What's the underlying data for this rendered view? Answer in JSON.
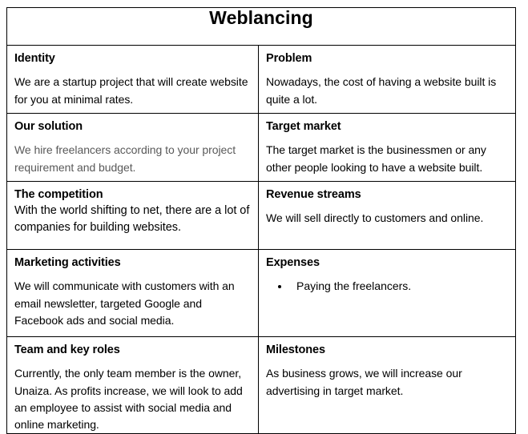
{
  "document": {
    "title": "Weblancing",
    "type": "lean-canvas-table",
    "accent_color": "#000000",
    "background_color": "#ffffff",
    "muted_text_color": "#595959"
  },
  "rows": [
    {
      "left": {
        "heading": "Identity",
        "body": "We are a startup project that will create website for you at minimal rates.",
        "style": "normal"
      },
      "right": {
        "heading": "Problem",
        "body": "Nowadays, the cost of having a website built is quite a lot.",
        "style": "normal"
      }
    },
    {
      "left": {
        "heading": "Our solution",
        "body": "We hire freelancers according to your project requirement and budget.",
        "style": "muted"
      },
      "right": {
        "heading": "Target market",
        "body": "The target market is the businessmen or any other people looking to have a website built.",
        "style": "normal"
      }
    },
    {
      "left": {
        "heading": "The competition",
        "body": "With the world shifting to net, there are a lot of companies for building websites.",
        "style": "tight"
      },
      "right": {
        "heading": "Revenue streams",
        "body": "We will sell directly to customers and online.",
        "style": "normal"
      }
    },
    {
      "left": {
        "heading": "Marketing activities",
        "body": "We will communicate with customers with an email newsletter, targeted Google and Facebook ads and social media.",
        "style": "normal"
      },
      "right": {
        "heading": "Expenses",
        "body": "",
        "style": "bullets",
        "bullets": [
          "Paying the freelancers."
        ]
      }
    },
    {
      "left": {
        "heading": "Team and key roles",
        "body": "Currently, the only team member is the owner, Unaiza. As profits increase, we will look to add an employee to assist with social media and online marketing.",
        "style": "normal"
      },
      "right": {
        "heading": "Milestones",
        "body": "As business grows, we will increase our advertising in target market.",
        "style": "normal"
      }
    }
  ]
}
